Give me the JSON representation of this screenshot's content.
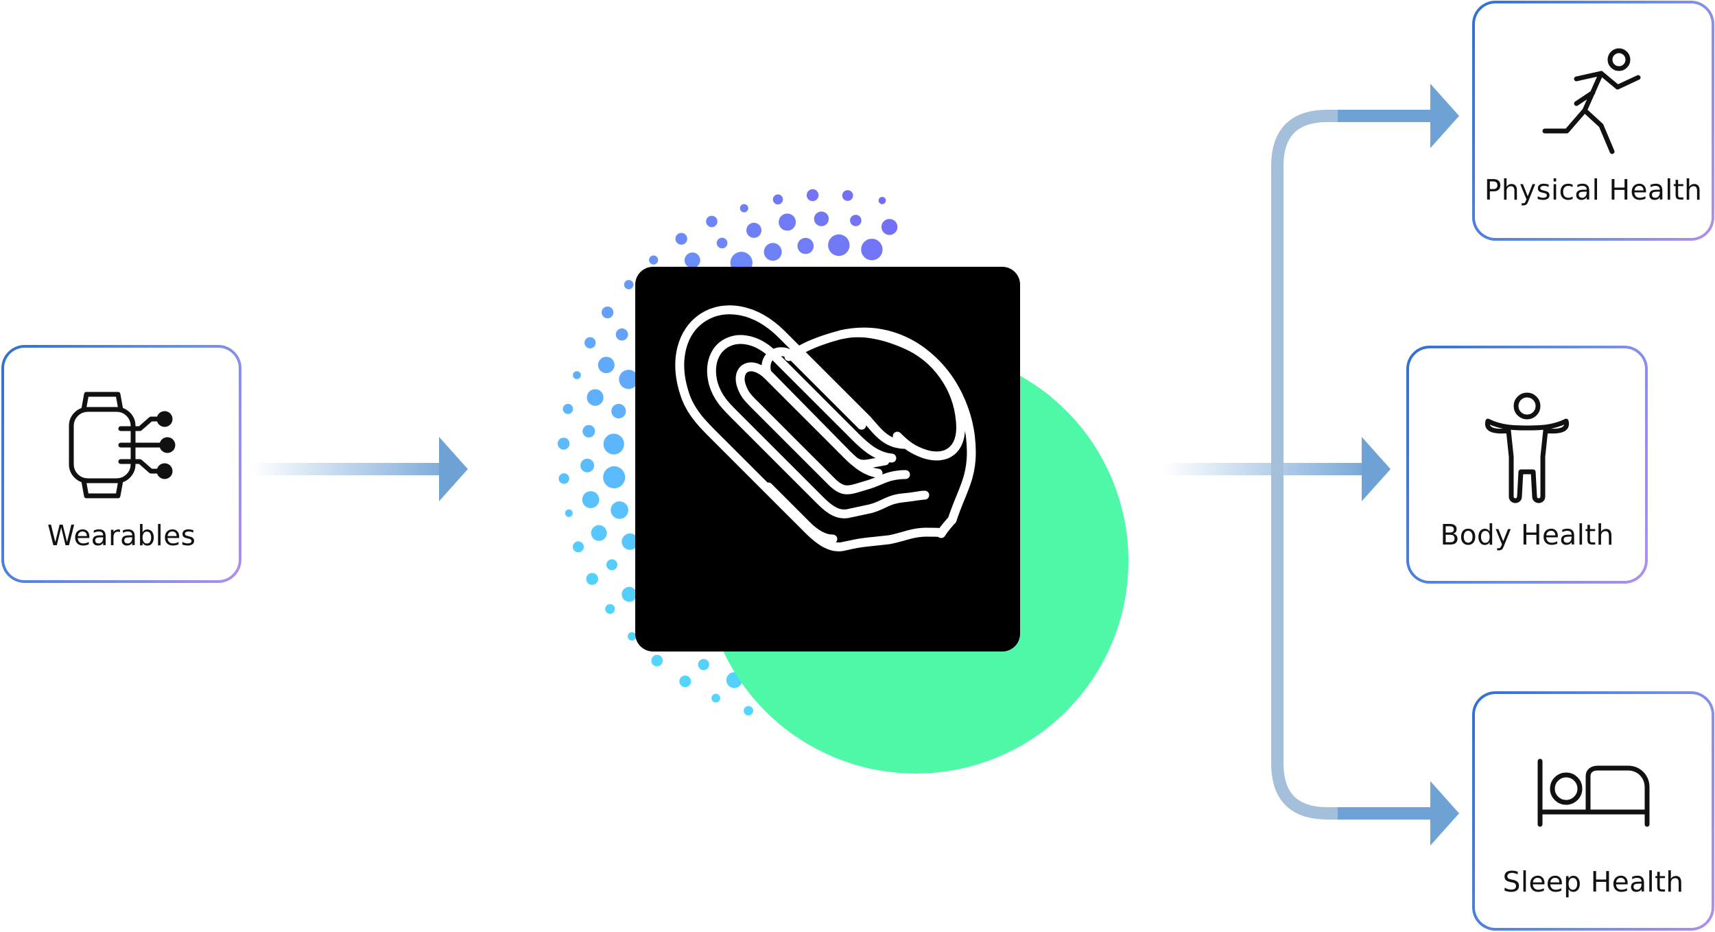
{
  "input": {
    "label": "Wearables",
    "icon": "smartwatch-data-icon"
  },
  "hub": {
    "icon": "heart-logo-icon"
  },
  "outputs": [
    {
      "label": "Physical Health",
      "icon": "running-person-icon"
    },
    {
      "label": "Body Health",
      "icon": "person-arms-out-icon"
    },
    {
      "label": "Sleep Health",
      "icon": "bed-person-icon"
    }
  ],
  "colors": {
    "card_border_start": "#2f6fd6",
    "card_border_end": "#b08ef0",
    "arrow": "#6fa2d4",
    "branch_line": "#a3bfd9",
    "hub_circle": "#4ef8a6",
    "hub_tile": "#000000",
    "dots_start": "#52d6ff",
    "dots_end": "#7b5cf2"
  }
}
